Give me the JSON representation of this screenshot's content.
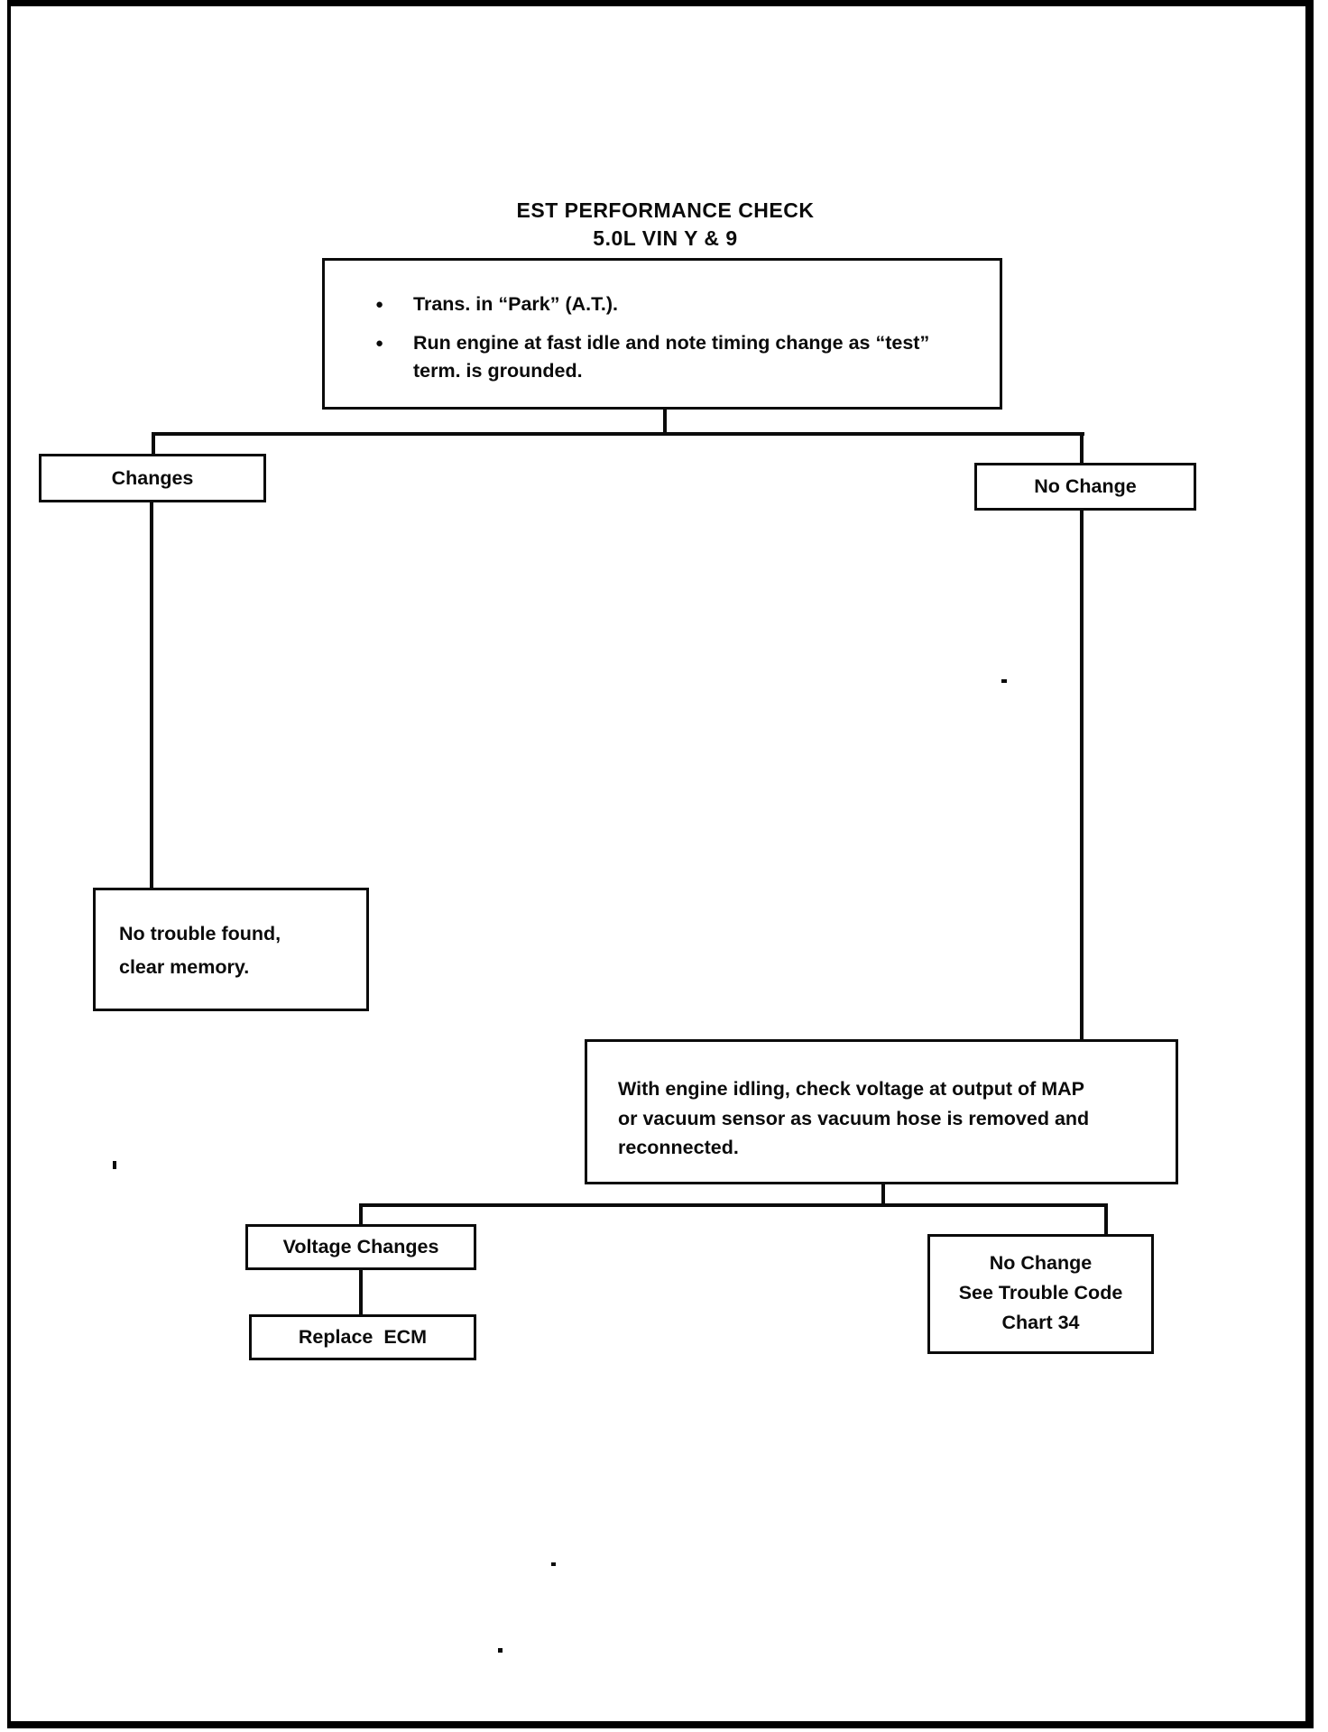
{
  "page": {
    "background": "#ffffff",
    "ink": "#0b0b0b"
  },
  "title": {
    "line1": "EST PERFORMANCE CHECK",
    "line2": "5.0L VIN Y & 9"
  },
  "flowchart": {
    "instructions": {
      "bullet_glyph": "●",
      "items": [
        {
          "lines": [
            "Trans. in “Park” (A.T.)."
          ]
        },
        {
          "lines": [
            "Run engine at fast idle and note timing change as “test”",
            "term. is grounded."
          ]
        }
      ]
    },
    "changes": {
      "label": "Changes"
    },
    "no_change": {
      "label": "No Change"
    },
    "no_trouble": {
      "lines": [
        "No trouble found,",
        "clear memory."
      ]
    },
    "map_check": {
      "lines": [
        "With engine idling, check voltage at output of MAP",
        "or vacuum sensor as vacuum hose is removed and",
        "reconnected."
      ]
    },
    "voltage_changes": {
      "label": "Voltage Changes"
    },
    "replace_ecm": {
      "label": "Replace  ECM"
    },
    "no_change_chart": {
      "lines": [
        "No Change",
        "See Trouble Code",
        "Chart 34"
      ]
    }
  }
}
